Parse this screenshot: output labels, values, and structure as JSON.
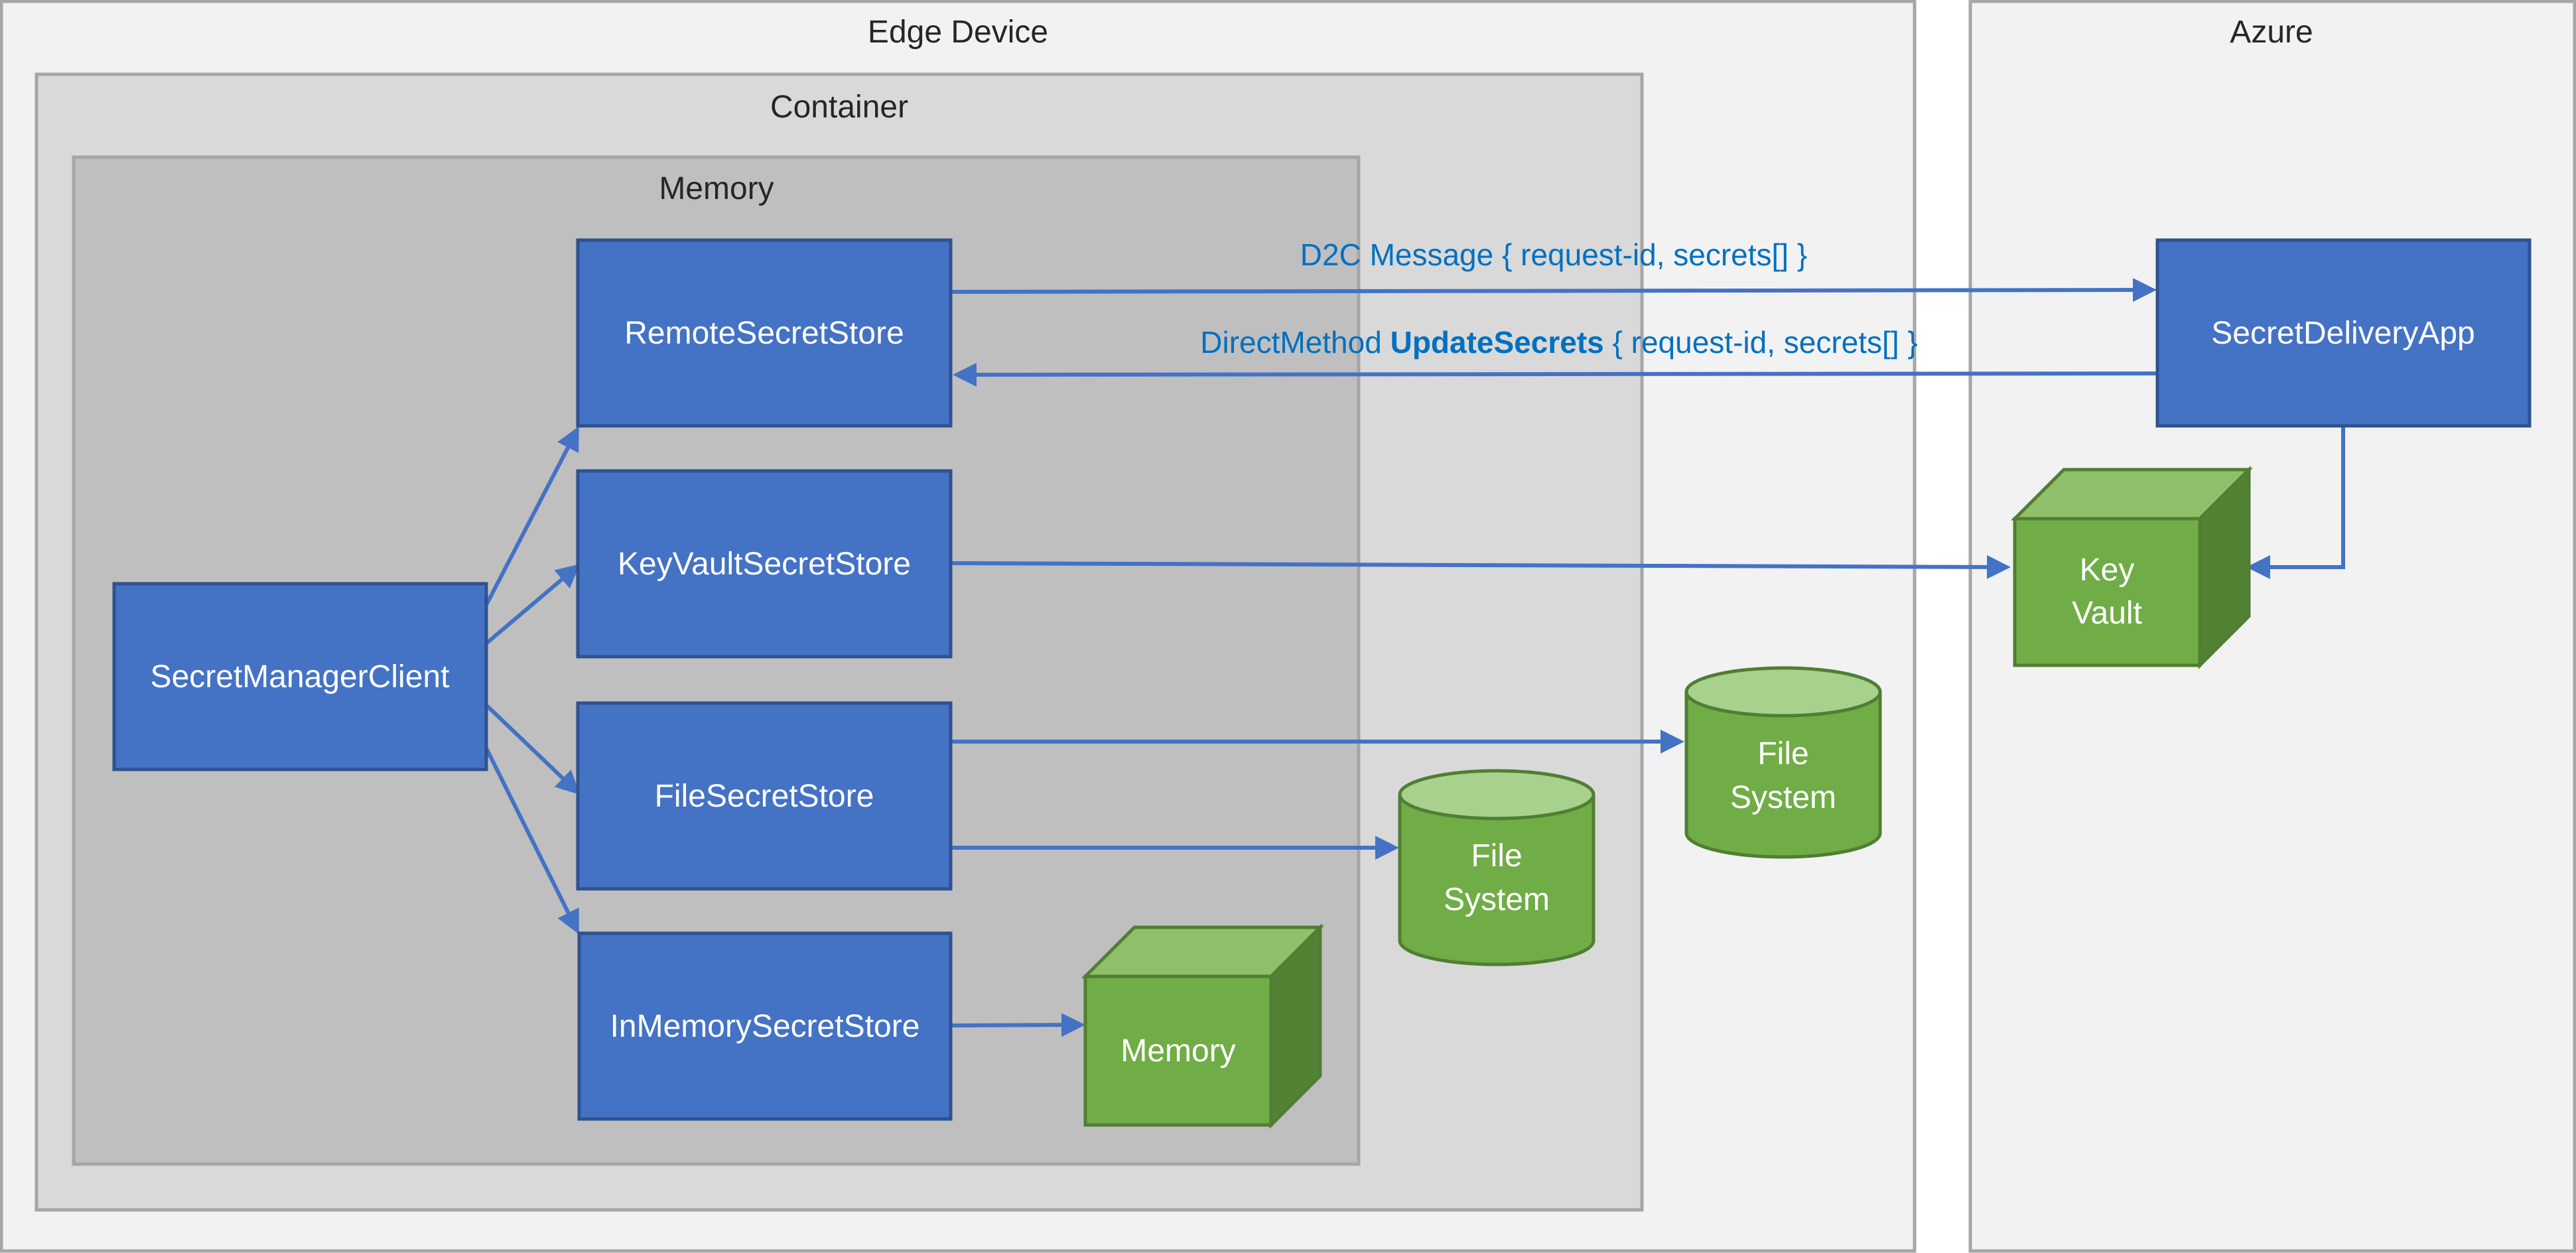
{
  "regions": {
    "edge_device": "Edge Device",
    "container": "Container",
    "memory": "Memory",
    "azure": "Azure"
  },
  "nodes": {
    "client": "SecretManagerClient",
    "remote_store": "RemoteSecretStore",
    "keyvault_store": "KeyVaultSecretStore",
    "file_store": "FileSecretStore",
    "inmemory_store": "InMemorySecretStore",
    "delivery_app": "SecretDeliveryApp"
  },
  "storage": {
    "memory_cube": "Memory",
    "file_system_inner": [
      "File",
      "System"
    ],
    "file_system_outer": [
      "File",
      "System"
    ],
    "key_vault": [
      "Key",
      "Vault"
    ]
  },
  "messages": {
    "d2c": "D2C Message { request-id, secrets[] }",
    "direct_prefix": "DirectMethod ",
    "direct_bold": "UpdateSecrets",
    "direct_suffix": " { request-id, secrets[] }"
  },
  "colors": {
    "node_blue": "#4472c4",
    "node_stroke": "#2f528f",
    "arrow_blue": "#4472c4",
    "message_text": "#0070c0",
    "green_front": "#70ad47",
    "green_top": "#8fbf68",
    "green_side": "#548235",
    "green_stroke": "#507e32",
    "cyl_top": "#a9d18e"
  }
}
